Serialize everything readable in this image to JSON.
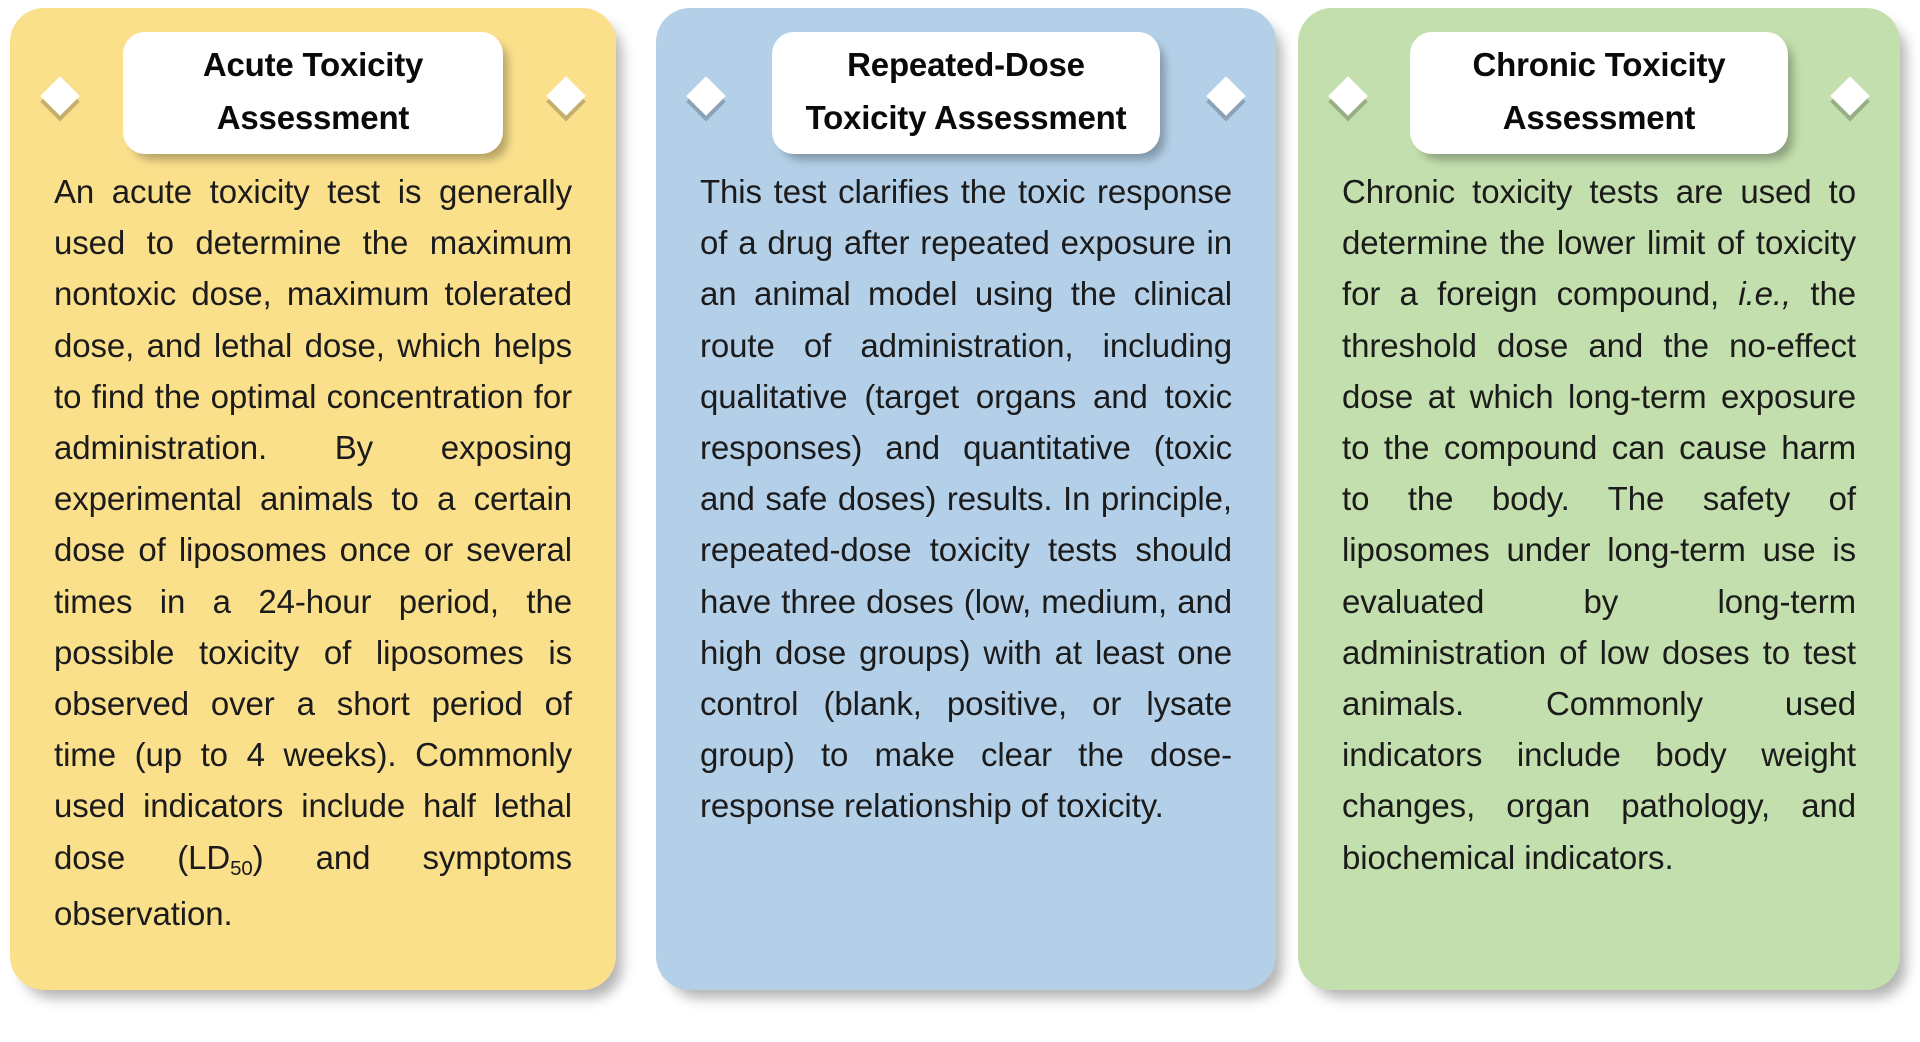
{
  "figure": {
    "type": "three-panel-concept-diagram",
    "panel_count": 3,
    "background": "#ffffff"
  },
  "panels": [
    {
      "id": "acute-toxicity-assessment",
      "color": "#FBE08C",
      "title_lines": [
        "Acute Toxicity",
        "Assessment"
      ],
      "title_full": "Acute Toxicity Assessment",
      "body_html": "An acute toxicity test is generally used to determine the maximum nontoxic dose, maximum tolerated dose, and lethal dose, which helps to find the optimal concentration for administration. By exposing experimental animals to a certain dose of liposomes once or several times in a 24-hour period, the possible toxicity of liposomes is observed over a short period of time (up to 4 weeks). Commonly used indicators include half lethal dose (LD<sub>50</sub>) and symptoms observation.",
      "arrow_left": "diamond-arrow-left",
      "arrow_right": "diamond-arrow-right"
    },
    {
      "id": "repeated-dose-toxicity-assessment",
      "color": "#B4D0E9",
      "title_lines": [
        "Repeated-Dose",
        "Toxicity Assessment"
      ],
      "title_full": "Repeated-Dose Toxicity Assessment",
      "body_html": "This test clarifies the toxic response of a drug after repeated exposure in an animal model using the clinical route of administration, including qualitative (target organs and toxic responses) and quantitative (toxic and safe doses) results. In principle, repeated-dose toxicity tests should have three doses (low, medium, and high dose groups) with at least one control (blank, positive, or lysate group) to make clear the dose-response relationship of toxicity.",
      "arrow_left": "diamond-arrow-left",
      "arrow_right": "diamond-arrow-right"
    },
    {
      "id": "chronic-toxicity-assessment",
      "color": "#C3DFAD",
      "title_lines": [
        "Chronic Toxicity",
        "Assessment"
      ],
      "title_full": "Chronic Toxicity Assessment",
      "body_html": "Chronic toxicity tests are used to determine the lower limit of toxicity for a foreign compound, <i>i.e.,</i> the threshold dose and the no-effect dose at which long-term exposure to the compound can cause harm to the body. The safety of liposomes under long-term use is evaluated by long-term administration of low doses to test animals. Commonly used indicators include body weight changes, organ pathology, and biochemical indicators.",
      "arrow_left": "diamond-arrow-left",
      "arrow_right": "diamond-arrow-right"
    }
  ],
  "colors": {
    "panel_yellow": "#FBE08C",
    "panel_blue": "#B4D0E9",
    "panel_green": "#C3DFAD",
    "chip_white": "#FFFFFF",
    "text_black": "#1B1B1B",
    "shadow_grey": "#B3B3B3"
  }
}
